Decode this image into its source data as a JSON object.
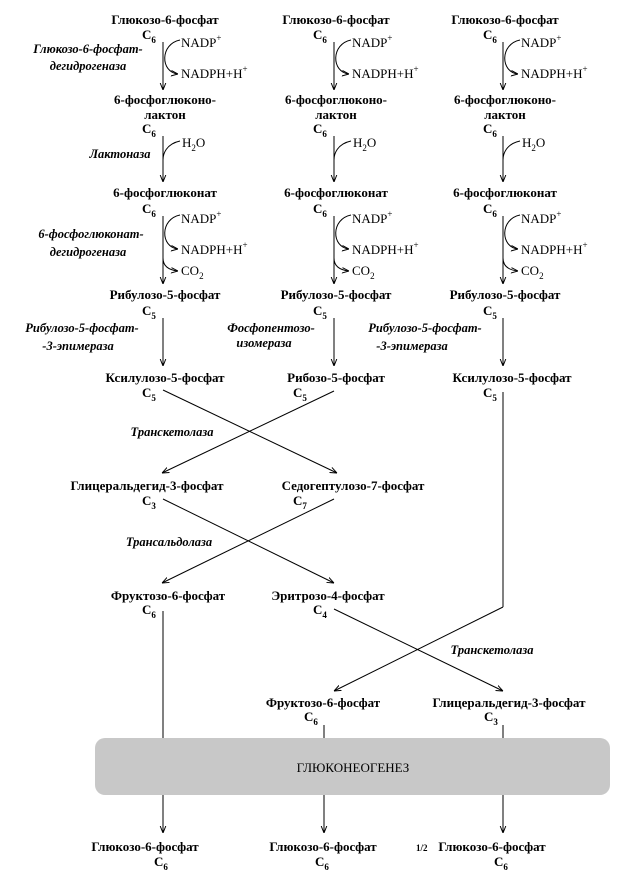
{
  "nodes": {
    "g6p_1": "Глюкозо-6-фосфат",
    "g6p_2": "Глюкозо-6-фосфат",
    "g6p_3": "Глюкозо-6-фосфат",
    "c6": "C",
    "c6_sub": "6",
    "lac_top": "6-фосфоглюконо-",
    "lac_bottom": "лактон",
    "pg": "6-фосфоглюконат",
    "ru5p": "Рибулозо-5-фосфат",
    "c5_sub": "5",
    "xu5p": "Ксилулозо-5-фосфат",
    "r5p": "Рибозо-5-фосфат",
    "gap": "Глицеральдегид-3-фосфат",
    "c3_sub": "3",
    "s7p": "Седогептулозо-7-фосфат",
    "c7_sub": "7",
    "f6p": "Фруктозо-6-фосфат",
    "e4p": "Эритрозо-4-фосфат",
    "c4_sub": "4",
    "half": "1/2"
  },
  "enzymes": {
    "g6pdh_1": "Глюкозо-6-фосфат-",
    "g6pdh_2": "дегидрогеназа",
    "lactonase": "Лактоназа",
    "pgdh_1": "6-фосфоглюконат-",
    "pgdh_2": "дегидрогеназа",
    "epim_1": "Рибулозо-5-фосфат-",
    "epim_2": "-3-эпимераза",
    "isom_1": "Фосфопентозо-",
    "isom_2": "изомераза",
    "transketolase": "Транскетолаза",
    "transaldolase": "Трансальдолаза"
  },
  "cofactors": {
    "nadp": "NADP",
    "nadp_sup": "+",
    "nadph": "NADPH+H",
    "nadph_sup": "+",
    "h2o_h": "H",
    "h2o_sub": "2",
    "h2o_o": "O",
    "co2_co": "CO",
    "co2_sub": "2"
  },
  "box": {
    "label": "ГЛЮКОНЕОГЕНЕЗ",
    "fill": "#c8c8c8"
  }
}
